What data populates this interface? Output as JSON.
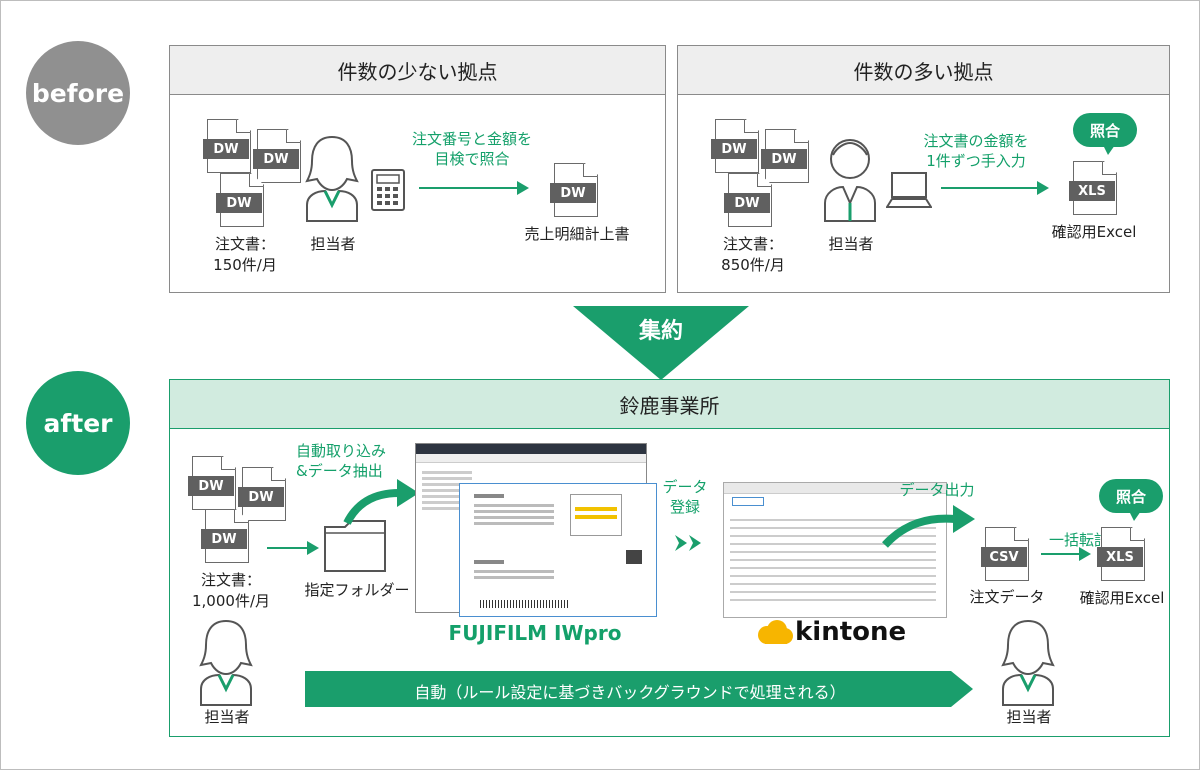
{
  "before_label": "before",
  "after_label": "after",
  "colors": {
    "gray": "#909090",
    "green": "#1a9e6c",
    "light_green_header": "#d1ebdf",
    "border_gray": "#8a8a8a"
  },
  "before": {
    "left_panel": {
      "title": "件数の少ない拠点",
      "doc_label": "DW",
      "orders_line1": "注文書：",
      "orders_line2": "150件/月",
      "person_label": "担当者",
      "arrow_line1": "注文番号と金額を",
      "arrow_line2": "目検で照合",
      "output_label": "売上明細計上書"
    },
    "right_panel": {
      "title": "件数の多い拠点",
      "doc_label": "DW",
      "orders_line1": "注文書：",
      "orders_line2": "850件/月",
      "person_label": "担当者",
      "arrow_line1": "注文書の金額を",
      "arrow_line2": "1件ずつ手入力",
      "bubble": "照合",
      "xls_label": "XLS",
      "output_label": "確認用Excel"
    }
  },
  "consolidate_label": "集約",
  "after": {
    "title": "鈴鹿事業所",
    "doc_label": "DW",
    "orders_line1": "注文書：",
    "orders_line2": "1,000件/月",
    "folder_label": "指定フォルダー",
    "extract_line1": "自動取り込み",
    "extract_line2": "&データ抽出",
    "iwpro_label": "FUJIFILM IWpro",
    "register_line1": "データ",
    "register_line2": "登録",
    "kintone_label": "kintone",
    "export_label": "データ出力",
    "csv_label": "CSV",
    "csv_caption": "注文データ",
    "transfer_label": "一括転記",
    "bubble": "照合",
    "xls_label": "XLS",
    "excel_caption": "確認用Excel",
    "person_left": "担当者",
    "person_right": "担当者",
    "auto_banner": "自動（ルール設定に基づきバックグラウンドで処理される）"
  }
}
